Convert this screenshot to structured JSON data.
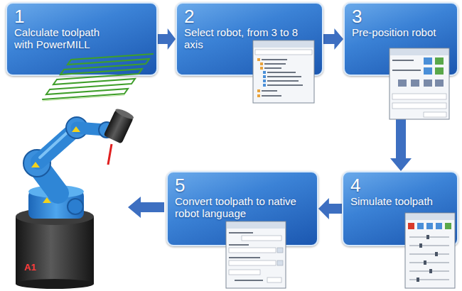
{
  "diagram": {
    "nodes": [
      {
        "text": [
          "1",
          "Calculate toolpath with PowerMILL"
        ]
      },
      {
        "text": [
          "2",
          "Select robot, from 3 to 8 axis"
        ]
      },
      {
        "text": [
          "3",
          "Pre-position robot"
        ]
      },
      {
        "text": [
          "4",
          "Simulate toolpath"
        ]
      },
      {
        "text": [
          "5",
          "Convert toolpath to native robot language"
        ]
      }
    ],
    "edges": [
      {
        "from": 0,
        "to": 1,
        "arrow": "to"
      },
      {
        "from": 1,
        "to": 2,
        "arrow": "to"
      },
      {
        "from": 2,
        "to": 3,
        "arrow": "to"
      },
      {
        "from": 3,
        "to": 4,
        "arrow": "to"
      }
    ],
    "labels": [
      "A1"
    ]
  }
}
